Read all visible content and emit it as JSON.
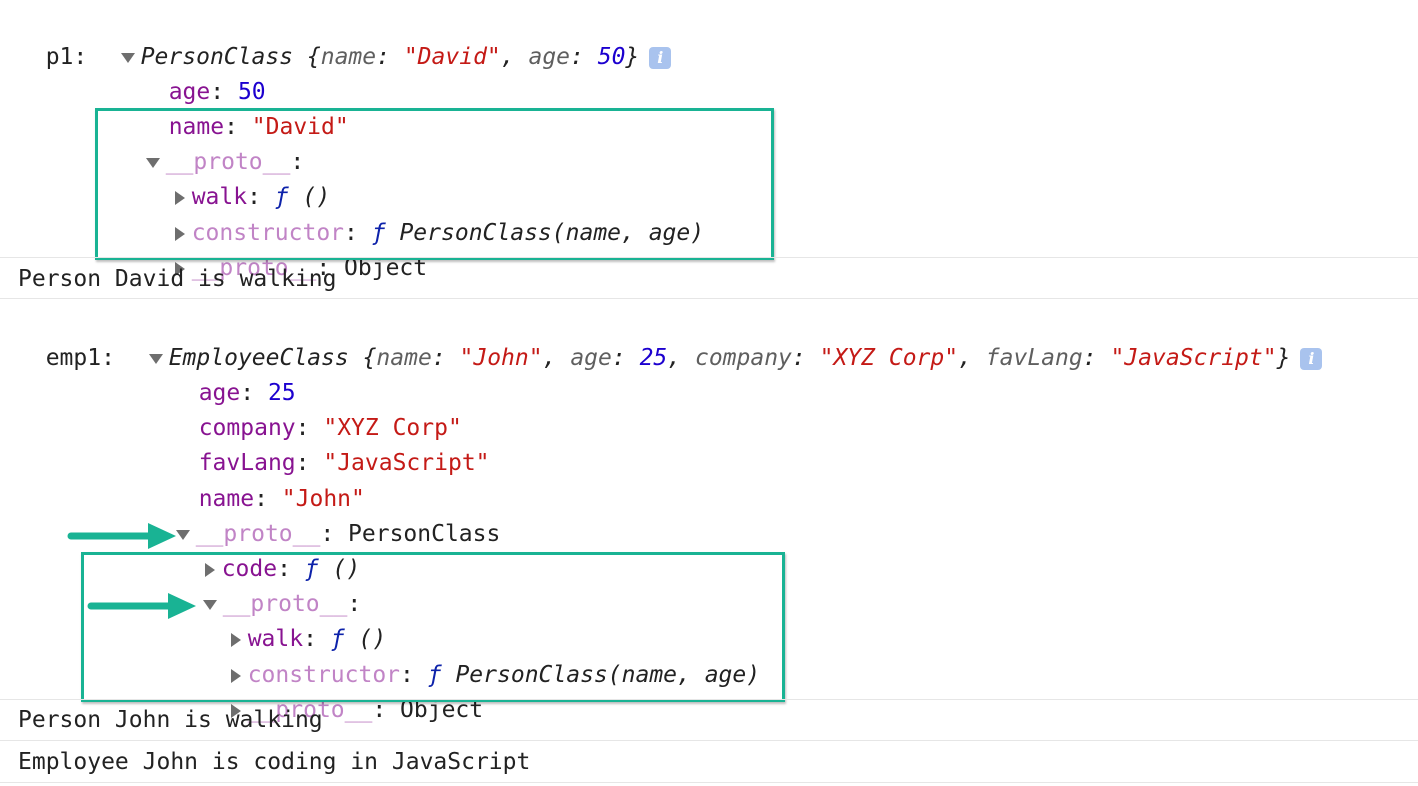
{
  "colors": {
    "key": "#881391",
    "proto_key": "#c184c6",
    "string": "#c41a16",
    "number": "#1c00cf",
    "function_keyword": "#0d22aa",
    "highlight": "#19b394"
  },
  "icons": {
    "expand_open": "triangle-down-icon",
    "expand_closed": "triangle-right-icon",
    "info": "info-icon",
    "annotation_arrow": "arrow-right-icon"
  },
  "entries": {
    "p1": {
      "label": "p1:",
      "class_name": "PersonClass",
      "summary": {
        "name_key": "name",
        "name_val": "\"David\"",
        "age_key": "age",
        "age_val": "50"
      },
      "info_glyph": "i",
      "props": [
        {
          "key": "age",
          "value": "50"
        },
        {
          "key": "name",
          "value": "\"David\""
        }
      ],
      "proto": {
        "key": "__proto__",
        "walk": {
          "key": "walk",
          "f": "ƒ",
          "sig": "()"
        },
        "constructor": {
          "key": "constructor",
          "f": "ƒ",
          "sig": "PersonClass(name, age)"
        },
        "inner": {
          "key": "__proto__",
          "value": "Object"
        }
      }
    },
    "log1": "Person David is walking",
    "emp1": {
      "label": "emp1:",
      "class_name": "EmployeeClass",
      "summary": {
        "name_key": "name",
        "name_val": "\"John\"",
        "age_key": "age",
        "age_val": "25",
        "company_key": "company",
        "company_val": "\"XYZ Corp\"",
        "favlang_key": "favLang",
        "favlang_val": "\"JavaScript\""
      },
      "info_glyph": "i",
      "props": [
        {
          "key": "age",
          "value": "25"
        },
        {
          "key": "company",
          "value": "\"XYZ Corp\""
        },
        {
          "key": "favLang",
          "value": "\"JavaScript\""
        },
        {
          "key": "name",
          "value": "\"John\""
        }
      ],
      "proto": {
        "key": "__proto__",
        "value": "PersonClass",
        "code": {
          "key": "code",
          "f": "ƒ",
          "sig": "()"
        },
        "inner": {
          "key": "__proto__",
          "walk": {
            "key": "walk",
            "f": "ƒ",
            "sig": "()"
          },
          "constructor": {
            "key": "constructor",
            "f": "ƒ",
            "sig": "PersonClass(name, age)"
          },
          "inner": {
            "key": "__proto__",
            "value": "Object"
          }
        }
      }
    },
    "log2": "Person John is walking",
    "log3": "Employee John is coding in JavaScript"
  }
}
